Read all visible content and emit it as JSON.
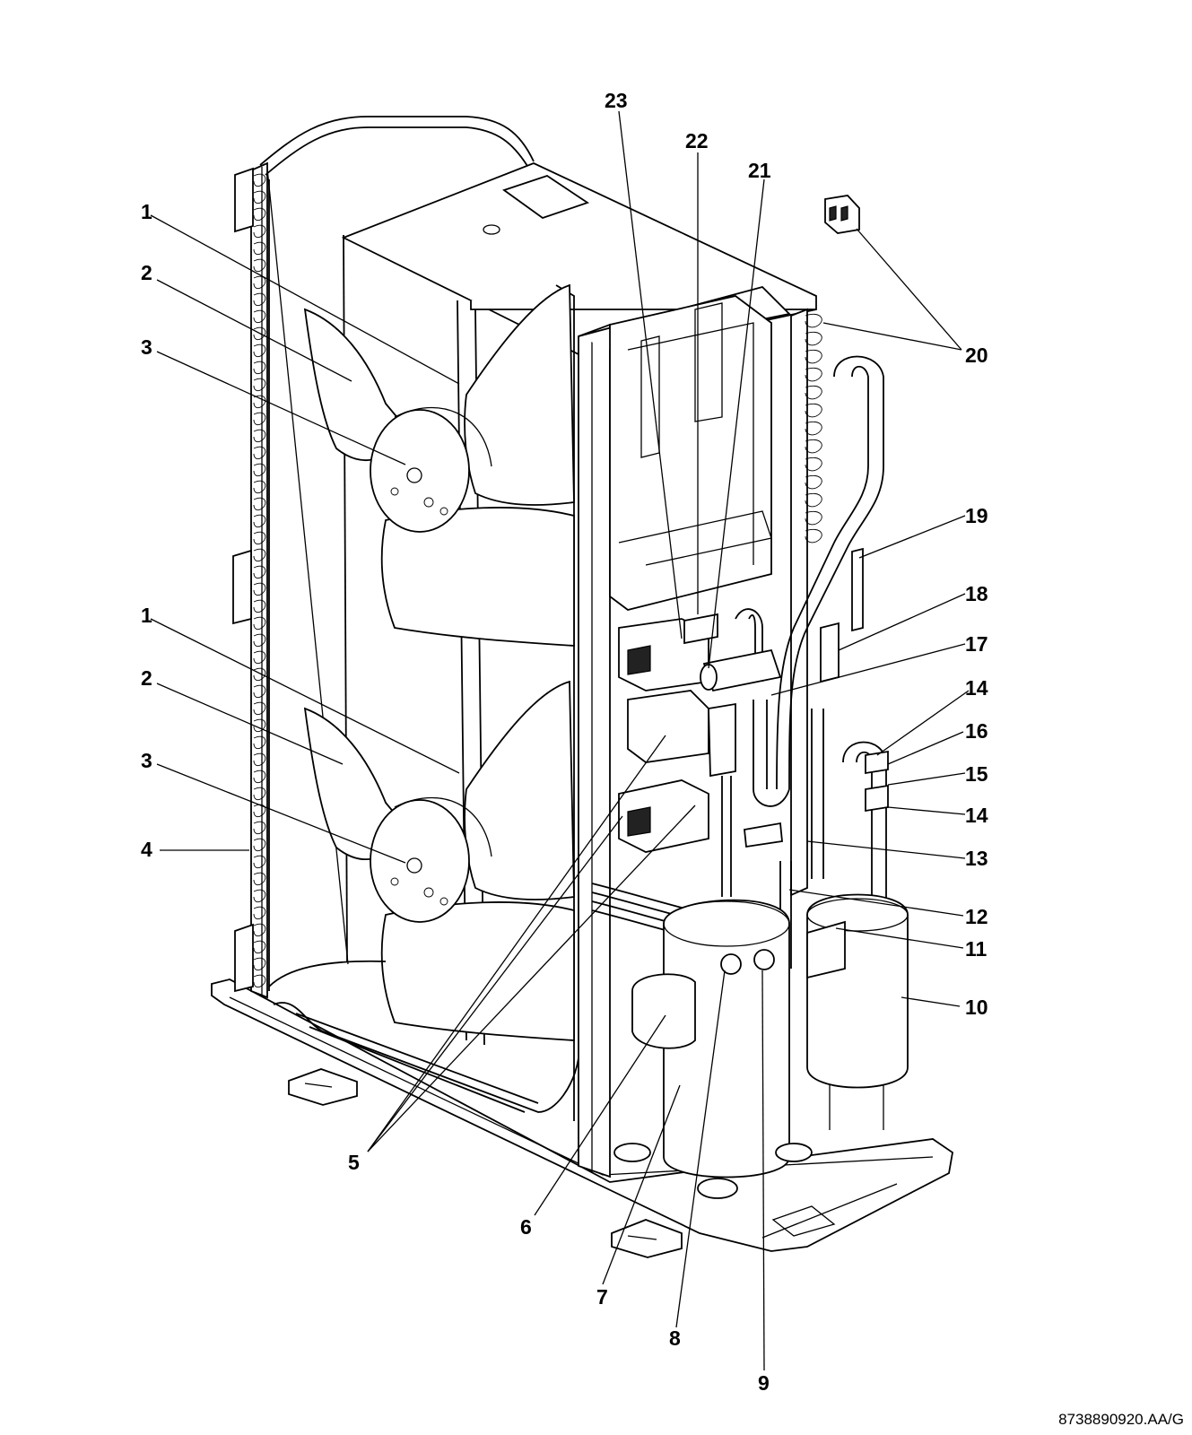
{
  "document_ref": "8738890920.AA/G",
  "callouts": [
    {
      "id": "c1a",
      "label": "1"
    },
    {
      "id": "c2a",
      "label": "2"
    },
    {
      "id": "c3a",
      "label": "3"
    },
    {
      "id": "c1b",
      "label": "1"
    },
    {
      "id": "c2b",
      "label": "2"
    },
    {
      "id": "c3b",
      "label": "3"
    },
    {
      "id": "c4",
      "label": "4"
    },
    {
      "id": "c5",
      "label": "5"
    },
    {
      "id": "c6",
      "label": "6"
    },
    {
      "id": "c7",
      "label": "7"
    },
    {
      "id": "c8",
      "label": "8"
    },
    {
      "id": "c9",
      "label": "9"
    },
    {
      "id": "c10",
      "label": "10"
    },
    {
      "id": "c11",
      "label": "11"
    },
    {
      "id": "c12",
      "label": "12"
    },
    {
      "id": "c13",
      "label": "13"
    },
    {
      "id": "c14a",
      "label": "14"
    },
    {
      "id": "c16",
      "label": "16"
    },
    {
      "id": "c15",
      "label": "15"
    },
    {
      "id": "c14b",
      "label": "14"
    },
    {
      "id": "c17",
      "label": "17"
    },
    {
      "id": "c18",
      "label": "18"
    },
    {
      "id": "c19",
      "label": "19"
    },
    {
      "id": "c20",
      "label": "20"
    },
    {
      "id": "c21",
      "label": "21"
    },
    {
      "id": "c22",
      "label": "22"
    },
    {
      "id": "c23",
      "label": "23"
    }
  ]
}
